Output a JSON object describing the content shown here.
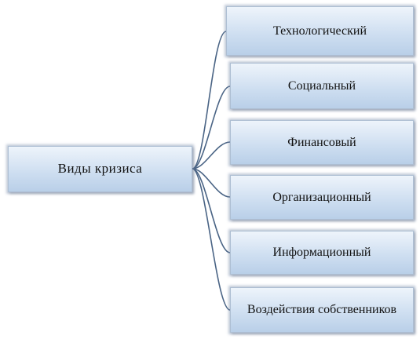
{
  "diagram": {
    "root": {
      "label": "Виды  кризиса"
    },
    "children": [
      {
        "label": "Технологический"
      },
      {
        "label": "Социальный"
      },
      {
        "label": "Финансовый"
      },
      {
        "label": "Организационный"
      },
      {
        "label": "Информационный"
      },
      {
        "label": "Воздействия собственников"
      }
    ]
  }
}
